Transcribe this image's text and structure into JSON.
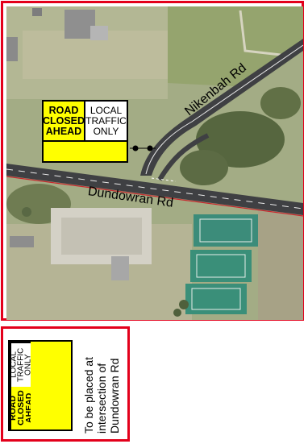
{
  "map": {
    "roads": {
      "nikenbah": "Nikenbah Rd",
      "dundowran": "Dundowran Rd"
    },
    "sign": {
      "road_closed": "ROAD\nCLOSED\nAHEAD",
      "local_traffic": "LOCAL\nTRAFFIC\nONLY"
    },
    "colors": {
      "frame": "#e3001b",
      "sign_yellow": "#ffff00"
    }
  },
  "legend": {
    "sign": {
      "road_closed": "ROAD\nCLOSED\nAHEAD",
      "local_traffic": "LOCAL\nTRAFFIC\nONLY"
    },
    "note": "To be placed at\nintersection of\nDundowran Rd"
  }
}
